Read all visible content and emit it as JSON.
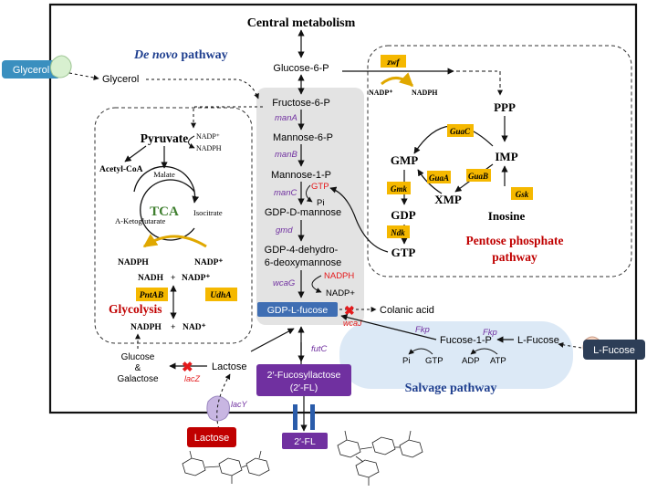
{
  "title": "Central metabolism",
  "pathways": {
    "de_novo": {
      "label_italic": "De novo",
      "label_rest": " pathway"
    },
    "pentose": {
      "line1": "Pentose phosphate",
      "line2": "pathway"
    },
    "salvage": "Salvage pathway",
    "glycolysis": "Glycolysis",
    "tca": "TCA"
  },
  "external": {
    "glycerol_in": "Glycerol",
    "lfucose_in": "L-Fucose",
    "lactose_in": "Lactose",
    "fl_out": "2′-FL"
  },
  "metabolites": {
    "glycerol": "Glycerol",
    "glucose6p": "Glucose-6-P",
    "fructose6p": "Fructose-6-P",
    "mannose6p": "Mannose-6-P",
    "mannose1p": "Mannose-1-P",
    "gdp_d_mannose": "GDP-D-mannose",
    "gdp_4_line1": "GDP-4-dehydro-",
    "gdp_4_line2": "6-deoxymannose",
    "gdp_l_fucose": "GDP-L-fucose",
    "colanic_acid": "Colanic acid",
    "fucose1p": "Fucose-1-P",
    "l_fucose": "L-Fucose",
    "fl_line1": "2′-Fucosyllactose",
    "fl_line2": "(2′-FL)",
    "lactose": "Lactose",
    "glucose": "Glucose",
    "amp": "&",
    "galactose": "Galactose",
    "pyruvate": "Pyruvate",
    "acetyl_coa": "Acetyl-CoA",
    "malate": "Malate",
    "isocitrate": "Isocitrate",
    "a_ketoglutarate": "A-Ketoglutarate",
    "ppp": "PPP",
    "imp": "IMP",
    "gmp": "GMP",
    "xmp": "XMP",
    "inosine": "Inosine",
    "gdp": "GDP",
    "gtp": "GTP"
  },
  "cofactors": {
    "gtp_red": "GTP",
    "pi": "Pi",
    "nadph_red": "NADPH",
    "nadp_plus": "NADP+",
    "nadp_zwf": "NADP⁺",
    "nadph_zwf": "NADPH",
    "nadp_tca": "NADP⁺",
    "nadph_tca": "NADPH",
    "nadph_l": "NADPH",
    "nadp_l": "NADP⁺",
    "nadh": "NADH",
    "plus1": "+",
    "nadp2": "NADP⁺",
    "nadph_b": "NADPH",
    "plus2": "+",
    "nad": "NAD⁺",
    "pi_s": "Pi",
    "gtp_s": "GTP",
    "adp": "ADP",
    "atp": "ATP"
  },
  "enzymes": {
    "manA": "manA",
    "manB": "manB",
    "manC": "manC",
    "gmd": "gmd",
    "wcaG": "wcaG",
    "wcaJ": "wcaJ",
    "futC": "futC",
    "lacZ": "lacZ",
    "lacY": "lacY",
    "fkp1": "Fkp",
    "fkp2": "Fkp",
    "zwf": "zwf",
    "guaC": "GuaC",
    "guaA": "GuaA",
    "guaB": "GuaB",
    "gmk": "Gmk",
    "gsk": "Gsk",
    "ndk": "Ndk",
    "pntAB": "PntAB",
    "udhA": "UdhA"
  },
  "colors": {
    "enzyme_purple": "#7030a0",
    "accent_red": "#e41a1c",
    "enzyme_box": "#f5b800",
    "glycerol_box": "#3a8fbf",
    "lfucose_box": "#2d3e57",
    "lactose_box": "#c00000",
    "fl_box": "#7030a0",
    "gdp_fucose_box": "#3f6eb3",
    "de_novo_title": "#1f3f8f",
    "tca_green": "#3f7f2f"
  }
}
